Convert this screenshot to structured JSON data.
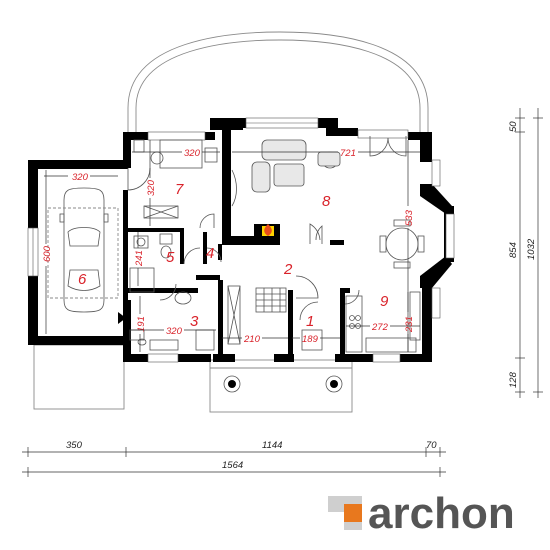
{
  "rooms": [
    {
      "id": "1",
      "width_label": "189"
    },
    {
      "id": "2"
    },
    {
      "id": "3",
      "width_label": "320",
      "depth_label": "191"
    },
    {
      "id": "4"
    },
    {
      "id": "5",
      "depth_label": "241"
    },
    {
      "id": "6",
      "width_label": "320",
      "depth_label": "600"
    },
    {
      "id": "7",
      "width_label": "320",
      "depth_label": "320"
    },
    {
      "id": "8",
      "width_label": "721",
      "depth_label": "533"
    },
    {
      "id": "9",
      "width_label": "272",
      "depth_label": "231"
    }
  ],
  "extra_dims": {
    "hall_width": "210"
  },
  "horizontal_dims": {
    "left": "350",
    "middle": "1144",
    "right": "70",
    "total": "1564"
  },
  "vertical_dims": {
    "top": "50",
    "middle": "854",
    "total": "1032",
    "bottom": "128"
  },
  "logo": {
    "brand": "archon",
    "icon": "archon-logo-icon",
    "accent_color": "#e8781e"
  },
  "colors": {
    "labels": "#d9222a",
    "walls": "#000000",
    "fireplace": "#e84d1c"
  }
}
